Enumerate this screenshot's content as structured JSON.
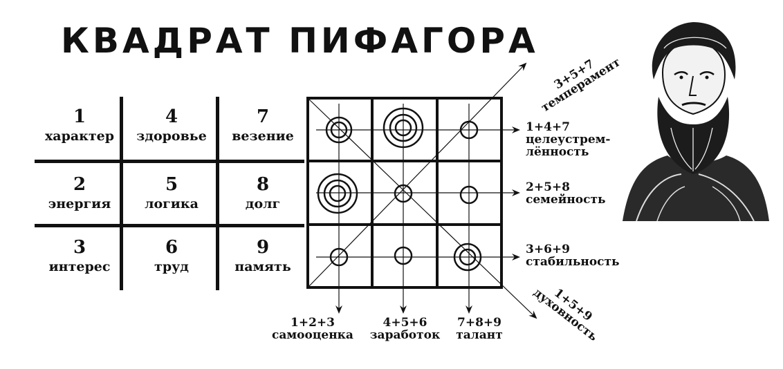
{
  "title": "КВАДРАТ ПИФАГОРА",
  "table": {
    "cells": [
      {
        "number": "1",
        "label": "характер"
      },
      {
        "number": "4",
        "label": "здоровье"
      },
      {
        "number": "7",
        "label": "везение"
      },
      {
        "number": "2",
        "label": "энергия"
      },
      {
        "number": "5",
        "label": "логика"
      },
      {
        "number": "8",
        "label": "долг"
      },
      {
        "number": "3",
        "label": "интерес"
      },
      {
        "number": "6",
        "label": "труд"
      },
      {
        "number": "9",
        "label": "память"
      }
    ]
  },
  "diagram": {
    "diagonal_top": {
      "sum": "3+5+7",
      "label": "темперамент"
    },
    "diagonal_bottom": {
      "sum": "1+5+9",
      "label": "духовность"
    },
    "rows": [
      {
        "sum": "1+4+7",
        "label_line1": "целеустрем-",
        "label_line2": "лённость"
      },
      {
        "sum": "2+5+8",
        "label": "семейность"
      },
      {
        "sum": "3+6+9",
        "label": "стабильность"
      }
    ],
    "columns": [
      {
        "sum": "1+2+3",
        "label": "самооценка"
      },
      {
        "sum": "4+5+6",
        "label": "заработок"
      },
      {
        "sum": "7+8+9",
        "label": "талант"
      }
    ]
  },
  "colors": {
    "ink": "#111111",
    "background": "#ffffff"
  },
  "portrait": {
    "icon": "pythagoras-portrait"
  }
}
